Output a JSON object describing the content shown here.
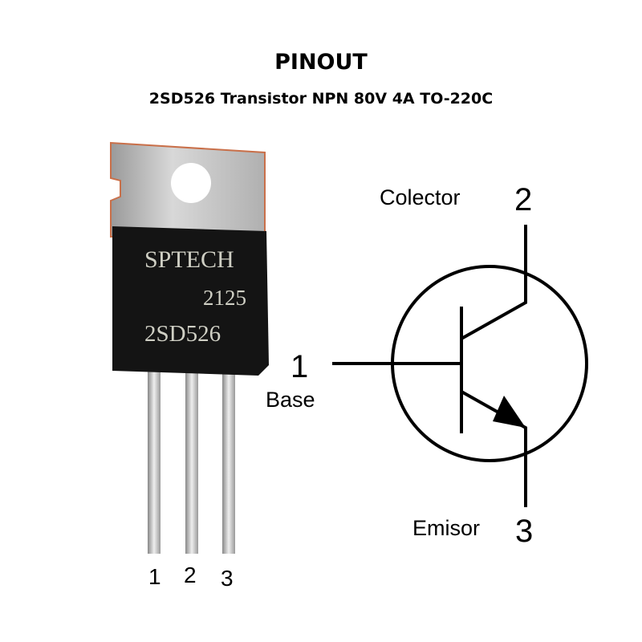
{
  "header": {
    "title": "PINOUT",
    "subtitle": "2SD526 Transistor NPN 80V 4A TO-220C"
  },
  "package": {
    "marking_brand": "SPTECH",
    "marking_date": "2125",
    "marking_part": "2SD526",
    "pin_labels": [
      "1",
      "2",
      "3"
    ]
  },
  "symbol": {
    "collector_label": "Colector",
    "collector_pin": "2",
    "base_label": "Base",
    "base_pin": "1",
    "emitter_label": "Emisor",
    "emitter_pin": "3"
  }
}
